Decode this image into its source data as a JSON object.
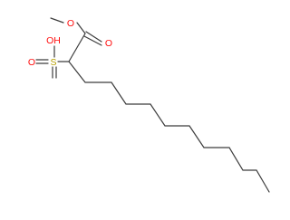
{
  "molecule": {
    "atom_labels": {
      "ester_methyl_oxygen": "O",
      "carbonyl_oxygen": "O",
      "hydroxyl": "OH",
      "sulfur": "S",
      "sulfonyl_oxygen": "O"
    },
    "colors": {
      "bond": "#3c3c3c",
      "oxygen": "#ff0d0d",
      "sulfur": "#b8a000"
    }
  }
}
